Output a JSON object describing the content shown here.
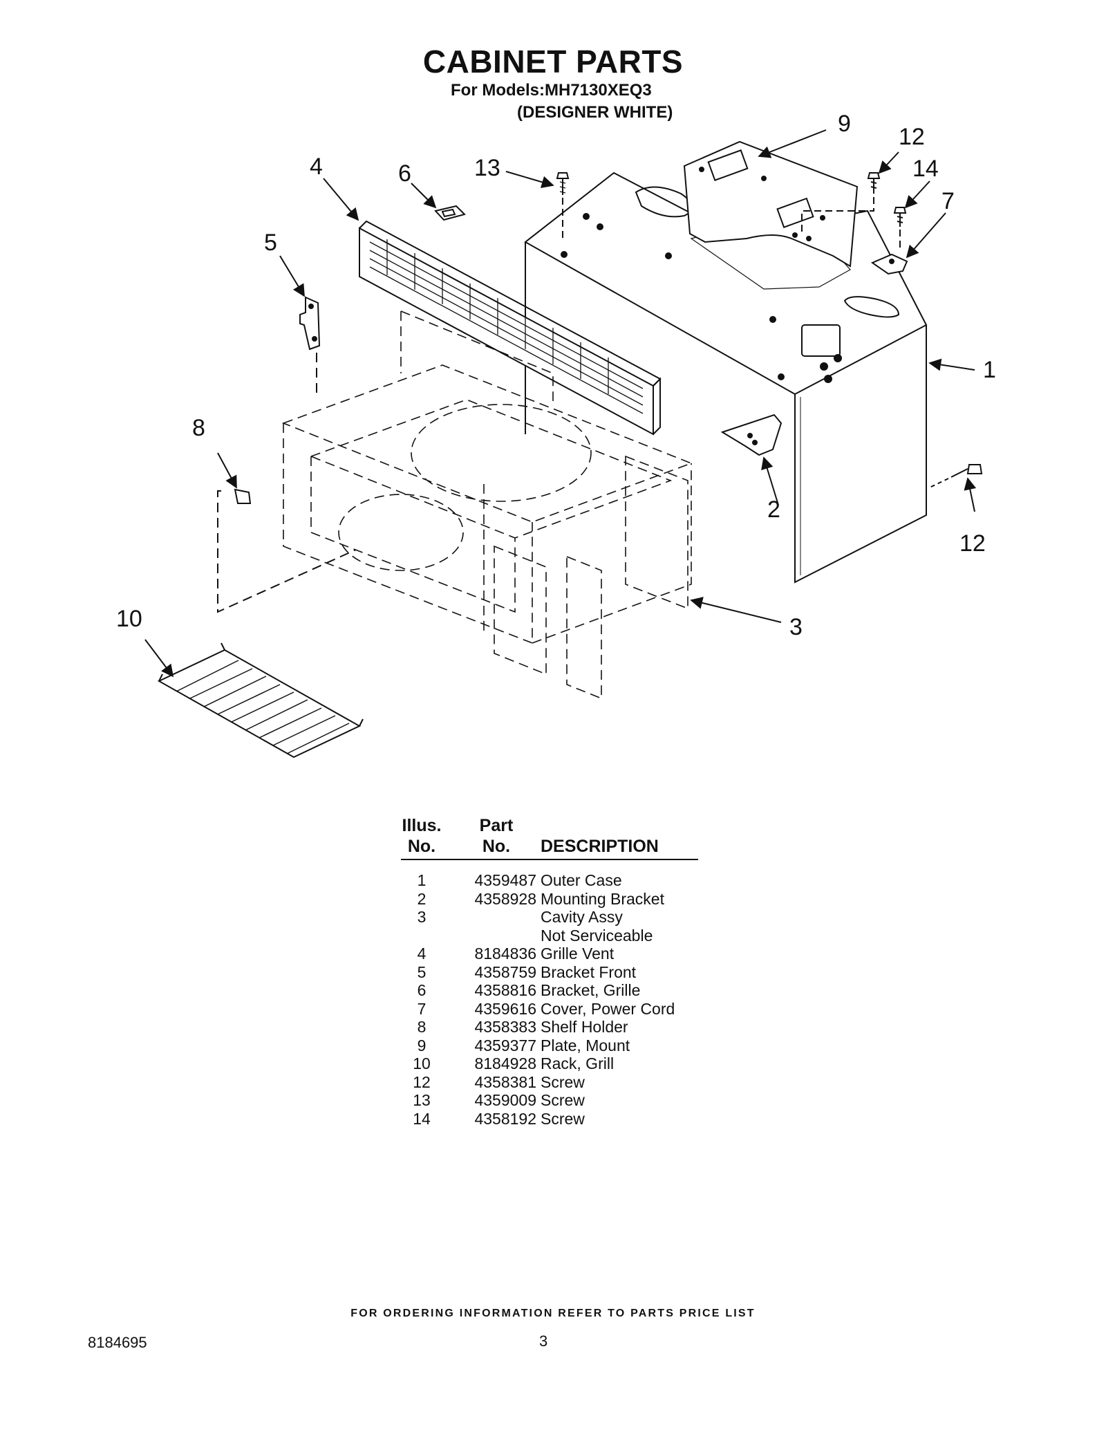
{
  "header": {
    "title": "CABINET PARTS",
    "models_line": "For Models:MH7130XEQ3",
    "variant_line": "(DESIGNER WHITE)"
  },
  "diagram": {
    "callouts": [
      "1",
      "2",
      "3",
      "4",
      "5",
      "6",
      "7",
      "8",
      "9",
      "10",
      "12",
      "12",
      "13",
      "14"
    ]
  },
  "parts_table": {
    "headers": {
      "illus_line1": "Illus.",
      "illus_line2": "No.",
      "part_line1": "Part",
      "part_line2": "No.",
      "description": "DESCRIPTION"
    },
    "rows": [
      {
        "illus": "1",
        "part": "4359487",
        "description": "Outer Case"
      },
      {
        "illus": "2",
        "part": "4358928",
        "description": "Mounting Bracket"
      },
      {
        "illus": "3",
        "part": "",
        "description": "Cavity Assy"
      },
      {
        "illus": "",
        "part": "",
        "description": "Not Serviceable"
      },
      {
        "illus": "4",
        "part": "8184836",
        "description": "Grille Vent"
      },
      {
        "illus": "5",
        "part": "4358759",
        "description": "Bracket Front"
      },
      {
        "illus": "6",
        "part": "4358816",
        "description": "Bracket, Grille"
      },
      {
        "illus": "7",
        "part": "4359616",
        "description": "Cover, Power Cord"
      },
      {
        "illus": "8",
        "part": "4358383",
        "description": "Shelf Holder"
      },
      {
        "illus": "9",
        "part": "4359377",
        "description": "Plate, Mount"
      },
      {
        "illus": "10",
        "part": "8184928",
        "description": "Rack, Grill"
      },
      {
        "illus": "12",
        "part": "4358381",
        "description": "Screw"
      },
      {
        "illus": "13",
        "part": "4359009",
        "description": "Screw"
      },
      {
        "illus": "14",
        "part": "4358192",
        "description": "Screw"
      }
    ]
  },
  "footer": {
    "note": "FOR ORDERING INFORMATION REFER TO PARTS PRICE LIST",
    "doc_number": "8184695",
    "page_number": "3"
  }
}
